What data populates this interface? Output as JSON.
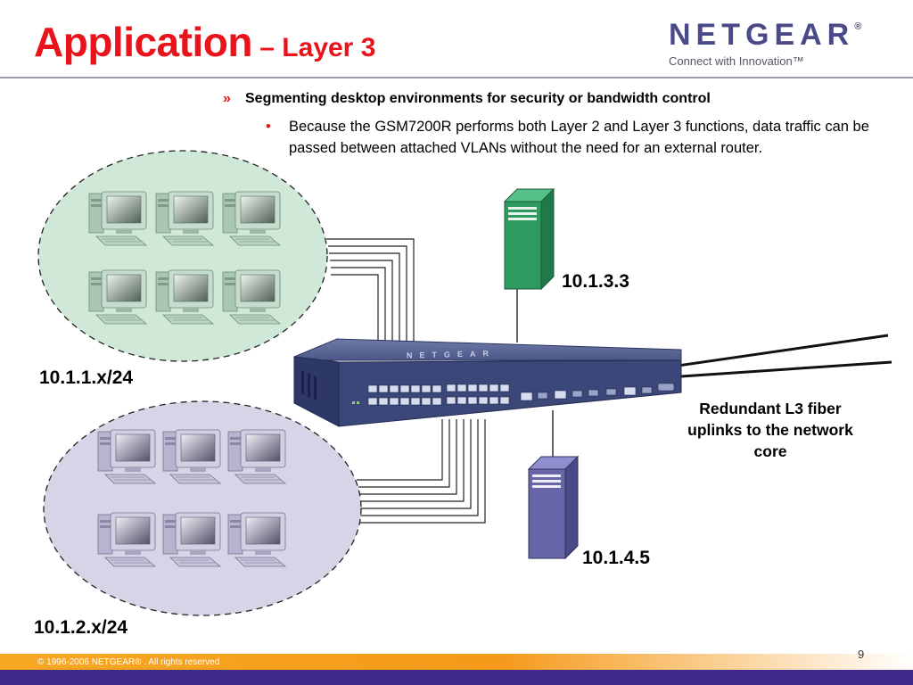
{
  "slide": {
    "title_main": "Application",
    "title_sub": " – Layer 3",
    "logo_brand": "NETGEAR",
    "logo_registered": "®",
    "logo_tagline": "Connect with Innovation™",
    "page_number": "9",
    "copyright": "© 1996-2006 NETGEAR® . All rights reserved"
  },
  "bullets": {
    "level1_marker": "»",
    "level1_text": "Segmenting desktop environments for security or bandwidth control",
    "level2_marker": "•",
    "level2_text": "Because the GSM7200R performs both Layer 2 and Layer 3 functions, data traffic can be passed between attached  VLANs without the need for an external router."
  },
  "diagram": {
    "subnet_top_label": "10.1.1.x/24",
    "subnet_bottom_label": "10.1.2.x/24",
    "server_top_label": "10.1.3.3",
    "server_bottom_label": "10.1.4.5",
    "fiber_label": "Redundant L3 fiber uplinks to the network core",
    "switch_brand": "NETGEAR",
    "colors": {
      "subnet_top_fill": "#cfe8d8",
      "subnet_bottom_fill": "#d6d4e6",
      "server_top_fill": "#2e9a60",
      "server_bottom_fill": "#6666a8",
      "switch_body": "#3a4778"
    }
  }
}
